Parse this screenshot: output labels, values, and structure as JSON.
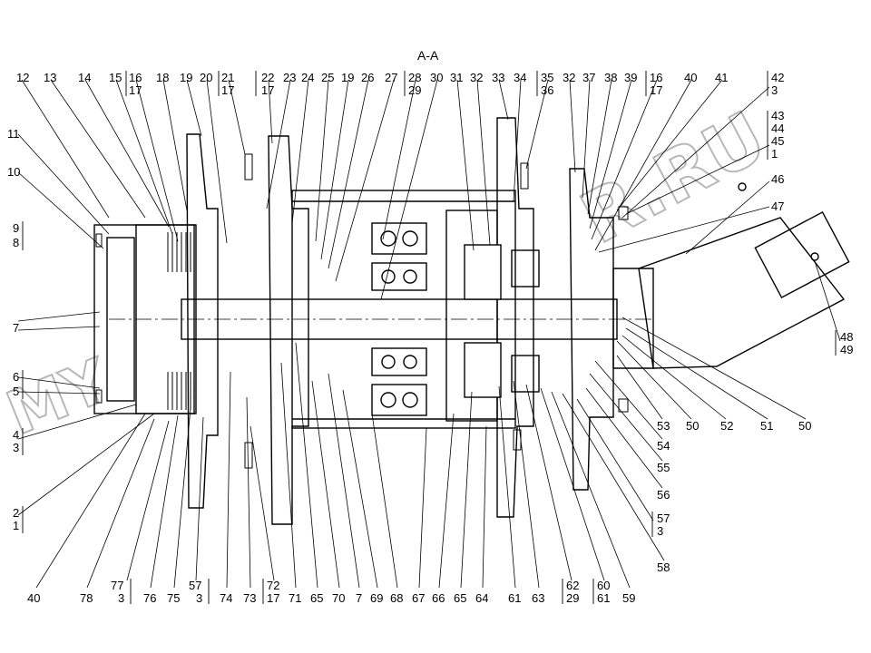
{
  "section_title": "A-A",
  "watermarks": [
    "R.RU",
    "MY"
  ],
  "callouts_top": [
    "12",
    "13",
    "14",
    "15",
    "16",
    "17",
    "18",
    "19",
    "20",
    "21",
    "17",
    "22",
    "17",
    "23",
    "24",
    "25",
    "19",
    "26",
    "27",
    "28",
    "29",
    "30",
    "31",
    "32",
    "33",
    "34",
    "35",
    "36",
    "32",
    "37",
    "38",
    "39",
    "16",
    "17",
    "40",
    "41",
    "42",
    "3"
  ],
  "callouts_left": [
    "11",
    "10",
    "9",
    "8",
    "7",
    "6",
    "5",
    "4",
    "3",
    "2",
    "1"
  ],
  "callouts_right": [
    "43",
    "44",
    "45",
    "1",
    "46",
    "47",
    "48",
    "49",
    "53",
    "50",
    "52",
    "51",
    "50",
    "54",
    "55",
    "56",
    "57",
    "3",
    "58"
  ],
  "callouts_bottom": [
    "40",
    "78",
    "77",
    "3",
    "76",
    "75",
    "57",
    "3",
    "74",
    "73",
    "72",
    "17",
    "71",
    "65",
    "70",
    "7",
    "69",
    "68",
    "67",
    "66",
    "65",
    "64",
    "61",
    "63",
    "62",
    "29",
    "60",
    "61",
    "59"
  ]
}
